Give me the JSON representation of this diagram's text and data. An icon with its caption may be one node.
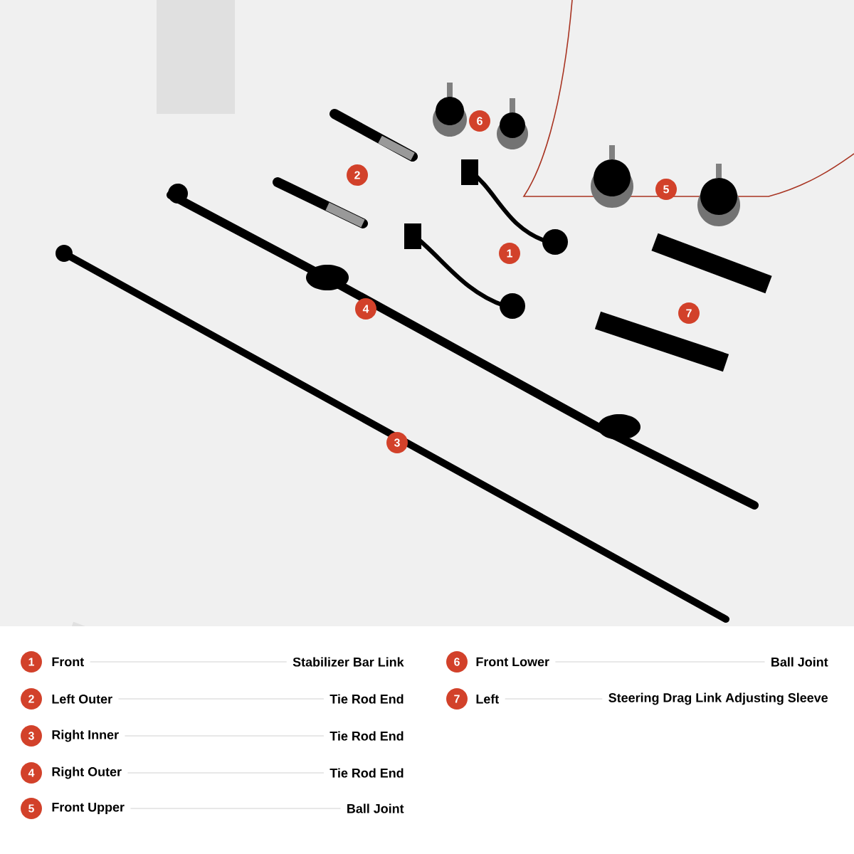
{
  "diagram": {
    "labels": [
      "6",
      "2",
      "5",
      "1",
      "4",
      "7",
      "3",
      "1",
      "Front",
      "Stabilizer Bar Link",
      "6",
      "Front Lower",
      "Ball Joint",
      "2",
      "Left Outer",
      "Tie Rod End",
      "7",
      "Left",
      "Steering Drag Link Adjusting Sleeve",
      "3",
      "Right Inner",
      "Tie Rod End",
      "4",
      "Right Outer",
      "Tie Rod End",
      "5",
      "Front Upper",
      "Ball Joint"
    ]
  }
}
